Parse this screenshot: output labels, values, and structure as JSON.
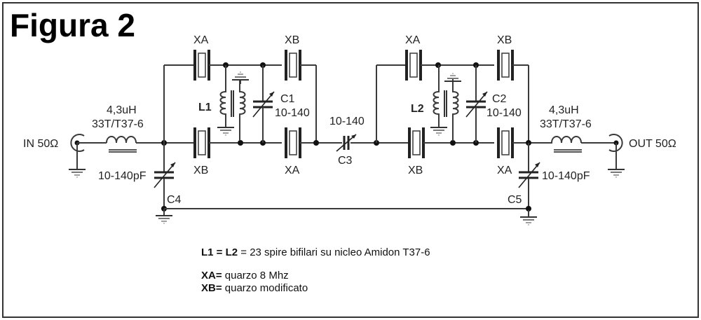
{
  "title": "Figura 2",
  "connectors": {
    "input": "IN 50Ω",
    "output": "OUT 50Ω"
  },
  "inductors": {
    "in_value": "4,3uH",
    "in_winding": "33T/T37-6",
    "out_value": "4,3uH",
    "out_winding": "33T/T37-6"
  },
  "transformers": {
    "l1": "L1",
    "l2": "L2"
  },
  "crystals": {
    "s1_top_left": "XA",
    "s1_top_right": "XB",
    "s1_bottom_left": "XB",
    "s1_bottom_right": "XA",
    "s2_top_left": "XA",
    "s2_top_right": "XB",
    "s2_bottom_left": "XB",
    "s2_bottom_right": "XA"
  },
  "capacitors": {
    "c1_name": "C1",
    "c1_value": "10-140",
    "c2_name": "C2",
    "c2_value": "10-140",
    "c3_name": "C3",
    "c3_value": "10-140",
    "c4_name": "C4",
    "c4_value": "10-140pF",
    "c5_name": "C5",
    "c5_value": "10-140pF"
  },
  "notes": {
    "line1_bold": "L1 = L2",
    "line1_rest": " = 23 spire bifilari su nicleo Amidon T37-6",
    "line2_bold": "XA=",
    "line2_rest": " quarzo 8 Mhz",
    "line3_bold": "XB=",
    "line3_rest": " quarzo modificato"
  }
}
